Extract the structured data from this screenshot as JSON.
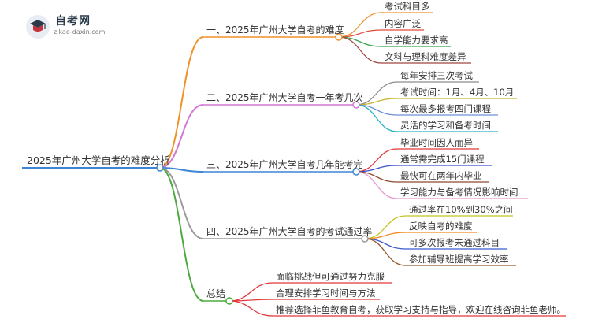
{
  "logo": {
    "title": "自考网",
    "subtitle": "zikao-daxin.com"
  },
  "mindmap": {
    "root": "2025年广州大学自考的难度分析",
    "branches": [
      {
        "label": "一、2025年广州大学自考的难度",
        "color": "#f0922b",
        "children": [
          {
            "label": "考试科目多",
            "color": "#f0922b"
          },
          {
            "label": "内容广泛",
            "color": "#e24b3b"
          },
          {
            "label": "自学能力要求高",
            "color": "#3aa34a"
          },
          {
            "label": "文科与理科难度差异",
            "color": "#a0453f"
          }
        ]
      },
      {
        "label": "二、2025年广州大学自考一年考几次",
        "color": "#d178d4",
        "children": [
          {
            "label": "每年安排三次考试",
            "color": "#8c8c8c"
          },
          {
            "label": "考试时间：1月、4月、10月",
            "color": "#c8b52a"
          },
          {
            "label": "每次最多报考四门课程",
            "color": "#6c8fd8"
          },
          {
            "label": "灵活的学习和备考时间",
            "color": "#28b3c4"
          }
        ]
      },
      {
        "label": "三、2025年广州大学自考几年能考完",
        "color": "#3c86d3",
        "children": [
          {
            "label": "毕业时间因人而异",
            "color": "#e2383c"
          },
          {
            "label": "通常需完成15门课程",
            "color": "#3d4fd0"
          },
          {
            "label": "最快可在两年内毕业",
            "color": "#8c4a2e"
          },
          {
            "label": "学习能力与备考情况影响时间",
            "color": "#e79ad0"
          }
        ]
      },
      {
        "label": "四、2025年广州大学自考的考试通过率",
        "color": "#9a9a9a",
        "children": [
          {
            "label": "通过率在10%到30%之间",
            "color": "#c4c41e"
          },
          {
            "label": "反映自考的难度",
            "color": "#f08a22"
          },
          {
            "label": "可多次报考未通过科目",
            "color": "#3c5ad0"
          },
          {
            "label": "参加辅导班提高学习效率",
            "color": "#8e5a32"
          }
        ]
      },
      {
        "label": "总结",
        "color": "#4caa3e",
        "children": [
          {
            "label": "面临挑战但可通过努力克服",
            "color": "#e2383c"
          },
          {
            "label": "合理安排学习时间与方法",
            "color": "#e2383c"
          },
          {
            "label": "推荐选择菲鱼教育自考，获取学习支持与指导，欢迎在线咨询菲鱼老师。",
            "color": "#e2383c"
          }
        ]
      }
    ]
  }
}
